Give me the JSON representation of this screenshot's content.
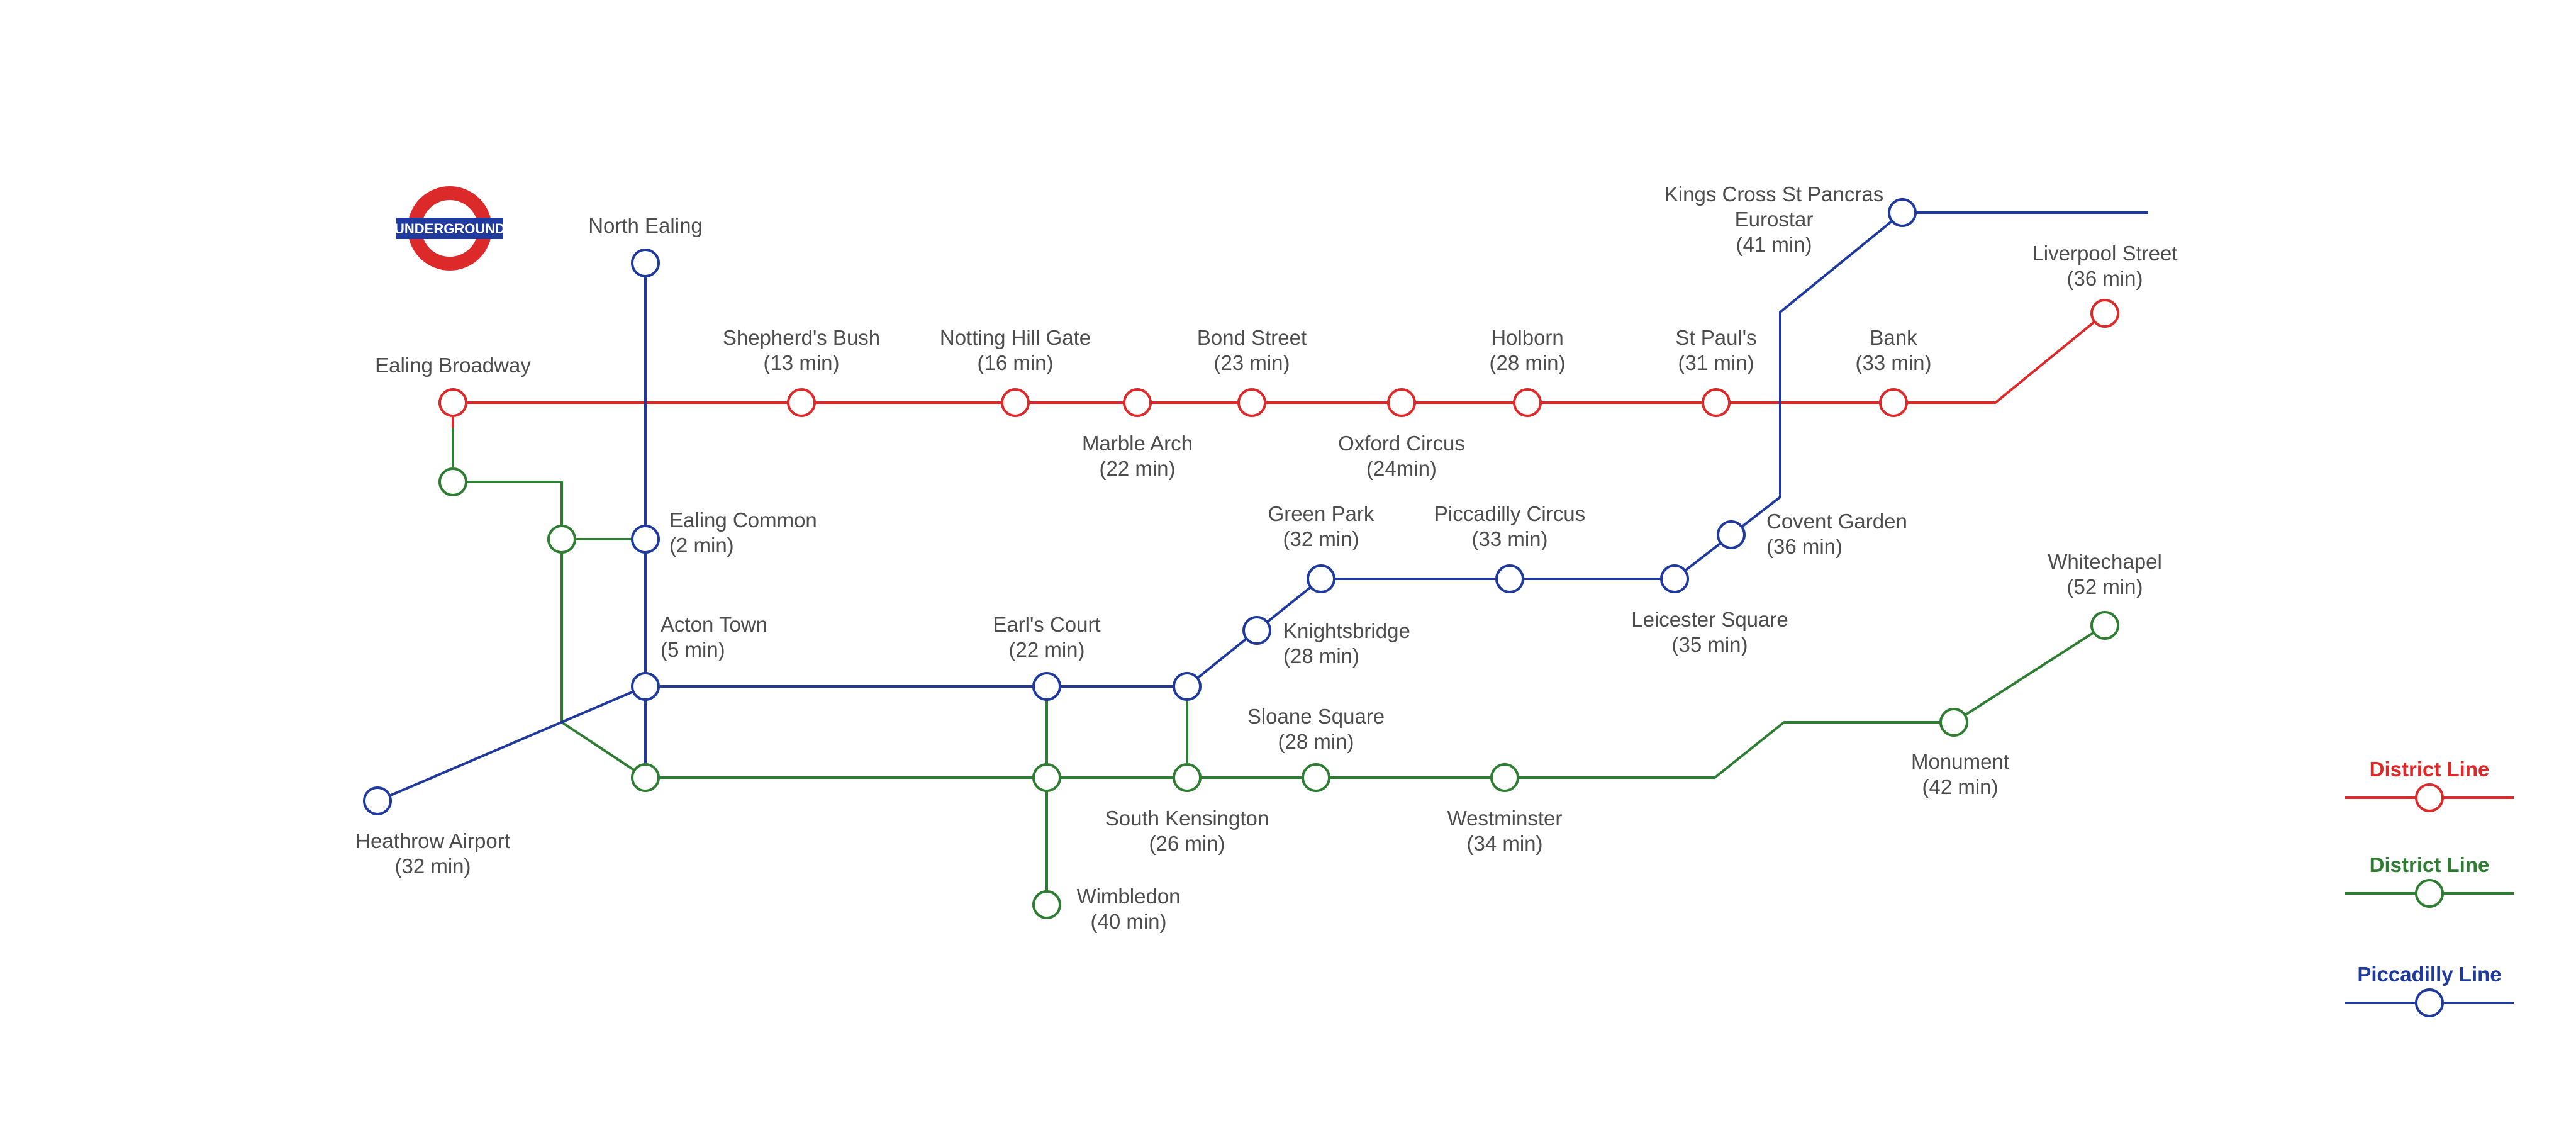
{
  "colors": {
    "red": "#dc2a2a",
    "green": "#2e7d32",
    "blue": "#1f3a9c",
    "text": "#4d4d4d",
    "roundel_bar": "#1f3a9c",
    "roundel_ring": "#dc2a2a"
  },
  "logo": {
    "text": "UNDERGROUND",
    "icon": "underground-roundel-icon"
  },
  "stations": [
    {
      "id": "ealing-broadway",
      "lines": [
        "Ealing Broadway"
      ]
    },
    {
      "id": "shepherds-bush",
      "lines": [
        "Shepherd's Bush",
        "(13 min)"
      ]
    },
    {
      "id": "notting-hill-gate",
      "lines": [
        "Notting Hill Gate",
        "(16 min)"
      ]
    },
    {
      "id": "marble-arch",
      "lines": [
        "Marble Arch",
        "(22 min)"
      ]
    },
    {
      "id": "bond-street",
      "lines": [
        "Bond Street",
        "(23 min)"
      ]
    },
    {
      "id": "oxford-circus",
      "lines": [
        "Oxford Circus",
        "(24min)"
      ]
    },
    {
      "id": "holborn",
      "lines": [
        "Holborn",
        "(28 min)"
      ]
    },
    {
      "id": "st-pauls",
      "lines": [
        "St Paul's",
        "(31 min)"
      ]
    },
    {
      "id": "bank",
      "lines": [
        "Bank",
        "(33 min)"
      ]
    },
    {
      "id": "liverpool-street",
      "lines": [
        "Liverpool Street",
        "(36 min)"
      ]
    },
    {
      "id": "north-ealing",
      "lines": [
        "North Ealing"
      ]
    },
    {
      "id": "ealing-common",
      "lines": [
        "Ealing Common",
        "(2 min)"
      ]
    },
    {
      "id": "acton-town",
      "lines": [
        "Acton Town",
        "(5 min)"
      ]
    },
    {
      "id": "earls-court",
      "lines": [
        "Earl's Court",
        "(22 min)"
      ]
    },
    {
      "id": "knightsbridge",
      "lines": [
        "Knightsbridge",
        "(28 min)"
      ]
    },
    {
      "id": "green-park",
      "lines": [
        "Green Park",
        "(32 min)"
      ]
    },
    {
      "id": "piccadilly-circus",
      "lines": [
        "Piccadilly Circus",
        "(33 min)"
      ]
    },
    {
      "id": "leicester-square",
      "lines": [
        "Leicester Square",
        "(35 min)"
      ]
    },
    {
      "id": "covent-garden",
      "lines": [
        "Covent Garden",
        "(36 min)"
      ]
    },
    {
      "id": "kings-cross",
      "lines": [
        "Kings Cross St Pancras",
        "Eurostar",
        "(41 min)"
      ]
    },
    {
      "id": "heathrow-airport",
      "lines": [
        "Heathrow Airport",
        "(32 min)"
      ]
    },
    {
      "id": "sloane-square",
      "lines": [
        "Sloane Square",
        "(28 min)"
      ]
    },
    {
      "id": "south-kensington",
      "lines": [
        "South Kensington",
        "(26 min)"
      ]
    },
    {
      "id": "westminster",
      "lines": [
        "Westminster",
        "(34 min)"
      ]
    },
    {
      "id": "monument",
      "lines": [
        "Monument",
        "(42 min)"
      ]
    },
    {
      "id": "whitechapel",
      "lines": [
        "Whitechapel",
        "(52 min)"
      ]
    },
    {
      "id": "wimbledon",
      "lines": [
        "Wimbledon",
        "(40 min)"
      ]
    }
  ],
  "legend": [
    {
      "label": "District Line",
      "color": "#dc2a2a"
    },
    {
      "label": "District Line",
      "color": "#2e7d32"
    },
    {
      "label": "Piccadilly Line",
      "color": "#1f3a9c"
    }
  ]
}
